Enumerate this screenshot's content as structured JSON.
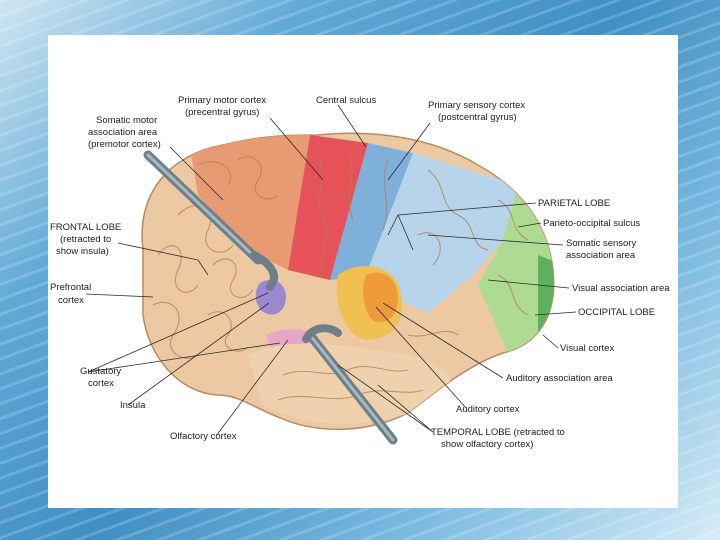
{
  "labels": {
    "primary_motor": [
      "Primary motor cortex",
      "(precentral gyrus)"
    ],
    "central_sulcus": [
      "Central sulcus"
    ],
    "primary_sensory": [
      "Primary sensory cortex",
      "(postcentral gyrus)"
    ],
    "somatic_motor": [
      "Somatic motor",
      "association area",
      "(premotor cortex)"
    ],
    "parietal_lobe": [
      "PARIETAL LOBE"
    ],
    "parieto_occipital": [
      "Parieto-occipital sulcus"
    ],
    "frontal_lobe": [
      "FRONTAL LOBE",
      "(retracted to",
      "show insula)"
    ],
    "somatic_sensory": [
      "Somatic sensory",
      "association area"
    ],
    "prefrontal": [
      "Prefrontal",
      "cortex"
    ],
    "visual_association": [
      "Visual association area"
    ],
    "occipital_lobe": [
      "OCCIPITAL LOBE"
    ],
    "gustatory": [
      "Gustatory",
      "cortex"
    ],
    "visual_cortex": [
      "Visual cortex"
    ],
    "auditory_association": [
      "Auditory association area"
    ],
    "insula": [
      "Insula"
    ],
    "auditory_cortex": [
      "Auditory cortex"
    ],
    "olfactory": [
      "Olfactory cortex"
    ],
    "temporal_lobe": [
      "TEMPORAL LOBE (retracted to",
      "show olfactory cortex)"
    ]
  }
}
